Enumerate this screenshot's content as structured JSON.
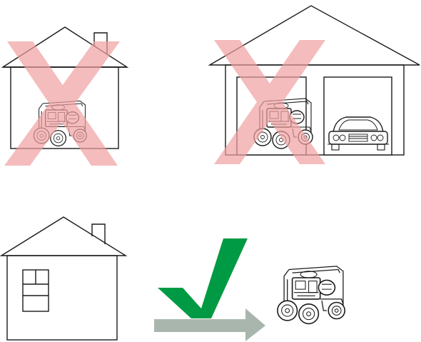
{
  "scenes": [
    {
      "name": "inside-house",
      "allowed": false,
      "mark": "red-x-icon"
    },
    {
      "name": "inside-garage",
      "allowed": false,
      "mark": "red-x-icon"
    },
    {
      "name": "outdoors-away-from-house",
      "allowed": true,
      "mark": "green-checkmark-icon"
    }
  ],
  "colors": {
    "forbidden_mark": "#f0a0a0",
    "approved_mark": "#009a44",
    "direction_arrow": "#a9b6ad",
    "line_art": "#1a1a1a",
    "background": "#ffffff"
  },
  "icons": [
    "pressure-washer-icon",
    "car-icon",
    "house-icon",
    "garage-icon",
    "window-icon",
    "chimney-icon",
    "arrow-right-icon"
  ]
}
